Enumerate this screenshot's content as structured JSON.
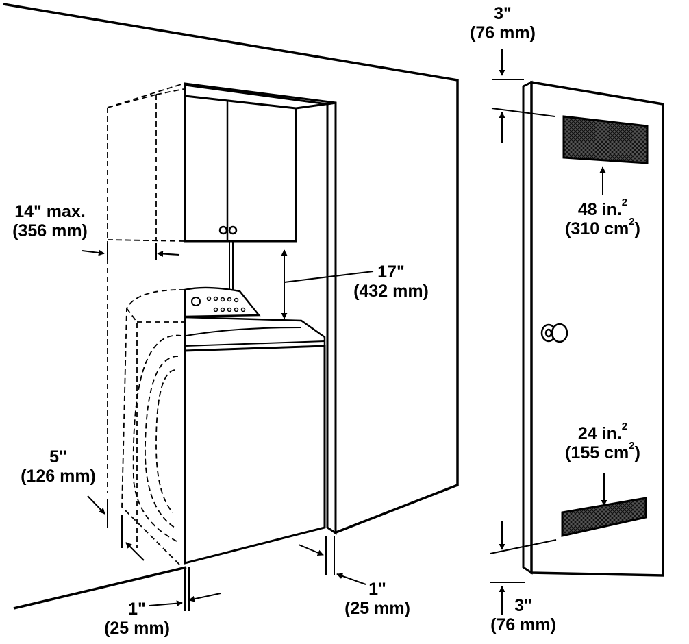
{
  "colors": {
    "ink": "#000000",
    "paper": "#ffffff",
    "vent_mesh": "#444444"
  },
  "labels": {
    "door_top_clearance": {
      "inches": "3\"",
      "mm": "(76 mm)"
    },
    "door_bottom_clearance": {
      "inches": "3\"",
      "mm": "(76 mm)"
    },
    "upper_vent": {
      "area_in": "48 in.",
      "area_in_exp": "2",
      "area_cm": "(310 cm",
      "area_cm_exp": "2",
      "close": ")"
    },
    "lower_vent": {
      "area_in": "24 in.",
      "area_in_exp": "2",
      "area_cm": "(155 cm",
      "area_cm_exp": "2",
      "close": ")"
    },
    "cabinet_depth": {
      "inches": "14\" max.",
      "mm": "(356 mm)"
    },
    "cabinet_clearance": {
      "inches": "17\"",
      "mm": "(432 mm)"
    },
    "front_clearance": {
      "inches": "5\"",
      "mm": "(126 mm)"
    },
    "side_clearance_left": {
      "inches": "1\"",
      "mm": "(25 mm)"
    },
    "side_clearance_right": {
      "inches": "1\"",
      "mm": "(25 mm)"
    }
  },
  "icons": [
    "washer-icon",
    "cabinet-icon",
    "door-knob-icon",
    "vent-grille-icon",
    "dimension-arrow-icon"
  ]
}
